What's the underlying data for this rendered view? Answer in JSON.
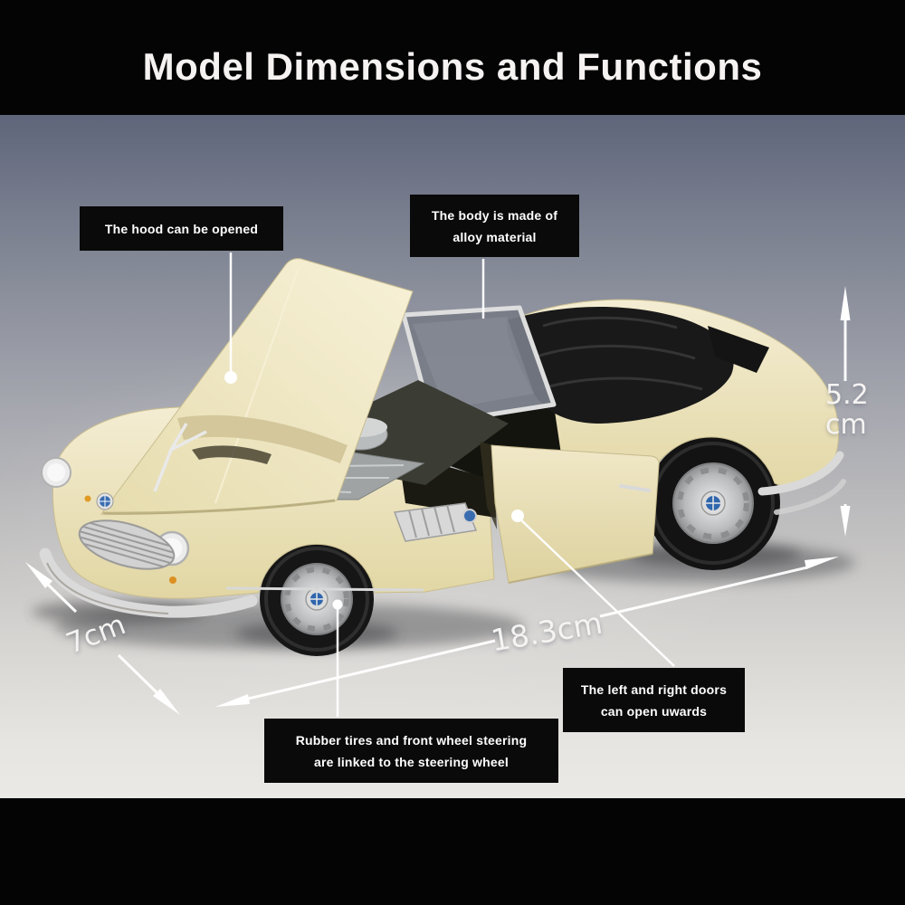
{
  "title": "Model Dimensions and Functions",
  "callouts": {
    "hood": {
      "line1": "The hood can be opened"
    },
    "body": {
      "line1": "The body is made of",
      "line2": "alloy material"
    },
    "doors": {
      "line1": "The left and right doors",
      "line2": "can open uwards"
    },
    "tires": {
      "line1": "Rubber tires and front wheel steering",
      "line2": "are linked to the steering wheel"
    }
  },
  "dimensions": {
    "height": {
      "value": "5.2",
      "unit": "cm"
    },
    "length": {
      "value": "18.3cm"
    },
    "width": {
      "value": "7cm"
    }
  },
  "colors": {
    "banner": "#040404",
    "callout_bg": "#0a0a0a",
    "callout_text": "#ffffff",
    "annotation": "#ffffff",
    "car_body": "#ece3ba",
    "interior": "#191919",
    "background_top": "#5f657a",
    "background_bottom": "#ebe9e5"
  }
}
